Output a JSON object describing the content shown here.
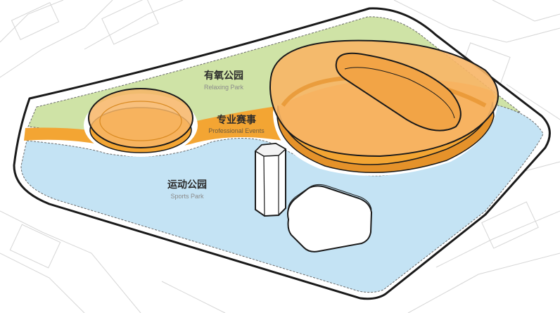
{
  "labels": {
    "relax": {
      "title": "有氧公园",
      "subtitle": "Relaxing Park"
    },
    "events": {
      "title": "专业赛事",
      "subtitle": "Professional Events"
    },
    "sports": {
      "title": "运动公园",
      "subtitle": "Sports Park"
    }
  },
  "colors": {
    "relax_zone": "#cfe3a6",
    "sports_zone": "#c4e3f4",
    "events_band": "#f3a533",
    "stadium_fill": "#f7b566",
    "outline": "#1a1a1a",
    "context_lines": "#d6d6d6"
  }
}
